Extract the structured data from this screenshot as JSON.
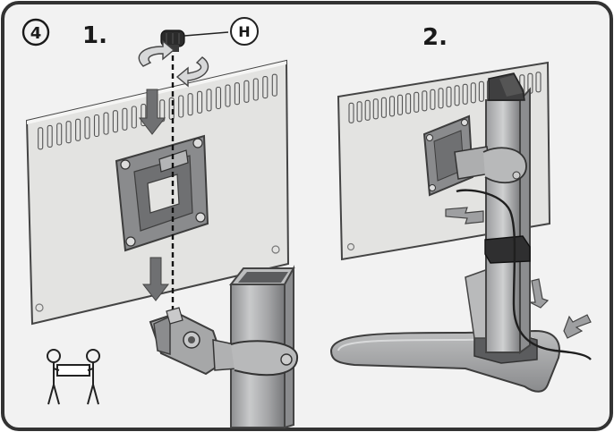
{
  "step_badge": "4",
  "panel_left": {
    "number": "1."
  },
  "panel_right": {
    "number": "2."
  },
  "callout_h": "H",
  "colors": {
    "frame": "#333333",
    "background": "#f2f2f2",
    "panel_fill": "#e3e3e1",
    "metal": "#a9aaab",
    "metal_dark": "#6c6d6f",
    "arrow": "#6f7072"
  },
  "icons": [
    "rotate-arrows-icon",
    "screw-knob-icon",
    "two-person-lift-icon",
    "down-arrow-icon",
    "insert-arrow-icon"
  ]
}
